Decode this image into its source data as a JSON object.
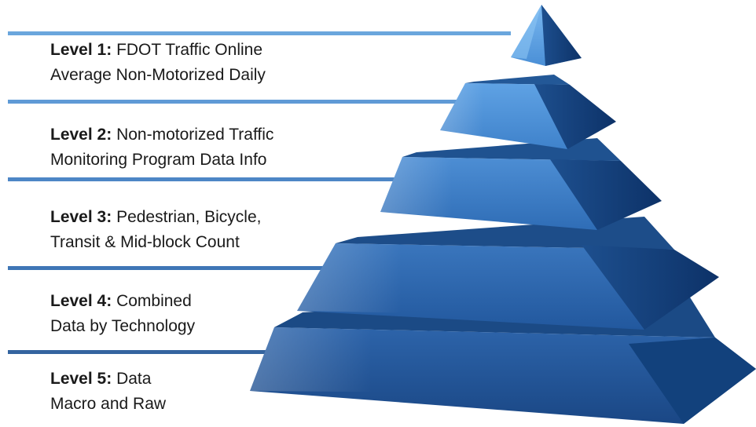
{
  "levels": [
    {
      "label": "Level 1:",
      "line1": "FDOT Traffic Online",
      "line2": "Average Non-Motorized Daily"
    },
    {
      "label": "Level 2:",
      "line1": "Non-motorized Traffic",
      "line2": "Monitoring Program Data Info"
    },
    {
      "label": "Level 3:",
      "line1": "Pedestrian, Bicycle,",
      "line2": "Transit & Mid-block Count"
    },
    {
      "label": "Level 4:",
      "line1": "Combined",
      "line2": "Data by Technology"
    },
    {
      "label": "Level 5:",
      "line1": "Data",
      "line2": "Macro and Raw"
    }
  ],
  "colors": {
    "divider_line": "#5b9bd5",
    "tier_front_light": "#5fa3e6",
    "tier_front_dark": "#1c4f93",
    "tier_side": "#0f3872",
    "tier_top": "#1b4a85",
    "text": "#1a1a1a"
  }
}
